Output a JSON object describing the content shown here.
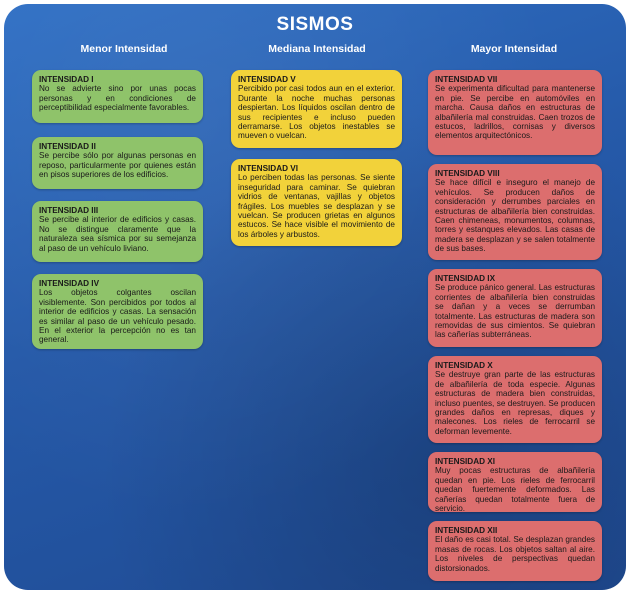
{
  "title": "SISMOS",
  "columns": {
    "menor": "Menor Intensidad",
    "mediana": "Mediana Intensidad",
    "mayor": "Mayor Intensidad"
  },
  "cards": {
    "i": {
      "label": "INTENSIDAD I",
      "text": "No se advierte sino por unas pocas personas y en condiciones de perceptibilidad especialmente favorables."
    },
    "ii": {
      "label": "INTENSIDAD II",
      "text": "Se percibe sólo por algunas personas en reposo, particularmente por quienes están en pisos superiores de los edificios."
    },
    "iii": {
      "label": "INTENSIDAD III",
      "text": "Se percibe al interior de edificios y casas. No se distingue claramente que la naturaleza sea sísmica por su semejanza al paso de un vehículo liviano."
    },
    "iv": {
      "label": "INTENSIDAD IV",
      "text": "Los objetos colgantes oscilan visiblemente. Son percibidos por todos al interior de edificios y casas. La sensación es similar al paso de un vehículo pesado. En el exterior la percepción no es tan general."
    },
    "v": {
      "label": "INTENSIDAD V",
      "text": "Percibido por casi todos aun en el exterior. Durante la noche muchas personas despiertan. Los líquidos oscilan dentro de sus recipientes e incluso pueden derramarse. Los objetos inestables se mueven o vuelcan."
    },
    "vi": {
      "label": "INTENSIDAD VI",
      "text": "Lo perciben todas las personas. Se siente inseguridad para caminar. Se quiebran vidrios de ventanas, vajillas y objetos frágiles. Los muebles se desplazan y se vuelcan. Se producen grietas en algunos estucos. Se hace visible el movimiento de los árboles y arbustos."
    },
    "vii": {
      "label": "INTENSIDAD VII",
      "text": "Se experimenta dificultad para mantenerse en pie. Se percibe en automóviles en marcha. Causa daños en estructuras de albañilería mal construidas. Caen trozos de estucos, ladrillos, cornisas y diversos elementos arquitectónicos."
    },
    "viii": {
      "label": "INTENSIDAD VIII",
      "text": "Se hace difícil e inseguro el manejo de vehículos. Se producen daños de consideración y derrumbes parciales en estructuras de albañilería bien construidas. Caen chimeneas, monumentos, columnas, torres y estanques elevados. Las casas de madera se desplazan y se salen totalmente de sus bases."
    },
    "ix": {
      "label": "INTENSIDAD IX",
      "text": "Se produce pánico general. Las estructuras corrientes de albañilería bien construidas se dañan y a veces se derrumban totalmente. Las estructuras de madera son removidas de sus cimientos. Se quiebran las cañerías subterráneas."
    },
    "x": {
      "label": "INTENSIDAD X",
      "text": "Se destruye gran parte de las estructuras de albañilería de toda especie. Algunas estructuras de madera bien construidas, incluso puentes, se destruyen. Se producen grandes daños en represas, diques y malecones. Los rieles de ferrocarril se deforman levemente."
    },
    "xi": {
      "label": "INTENSIDAD XI",
      "text": "Muy pocas estructuras de albañilería quedan en pie. Los rieles de ferrocarril quedan fuertemente deformados. Las cañerías quedan totalmente fuera de servicio."
    },
    "xii": {
      "label": "INTENSIDAD XII",
      "text": "El daño es casi total. Se desplazan grandes masas de rocas. Los objetos saltan al aire. Los niveles de perspectivas quedan distorsionados."
    }
  },
  "colors": {
    "background": "#2559a8",
    "menor": "#8fc36a",
    "mediana": "#f2d23a",
    "mayor": "#dc6e6e"
  }
}
